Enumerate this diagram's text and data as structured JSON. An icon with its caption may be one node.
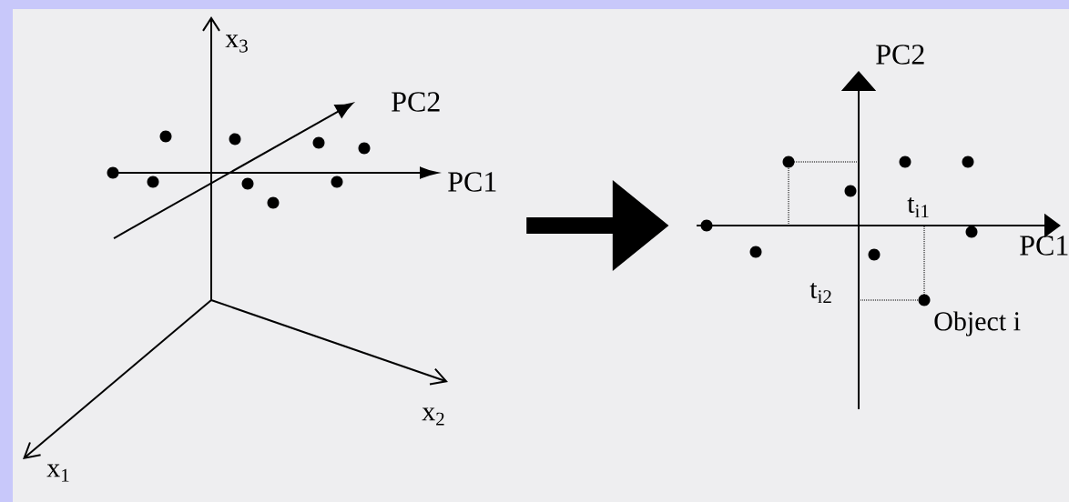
{
  "diagram": {
    "nodes": [
      {
        "text": [
          "x$_{3}$",
          "PC2",
          "PC1",
          "x$_{2}$",
          "x$_{1}$"
        ]
      },
      {
        "text": [
          "PC2",
          "t$_{i1}$",
          "PC1",
          "t$_{i2}$",
          "Object i"
        ]
      }
    ],
    "edges": [
      {
        "from": 0,
        "to": 1,
        "arrow": "to"
      }
    ]
  }
}
